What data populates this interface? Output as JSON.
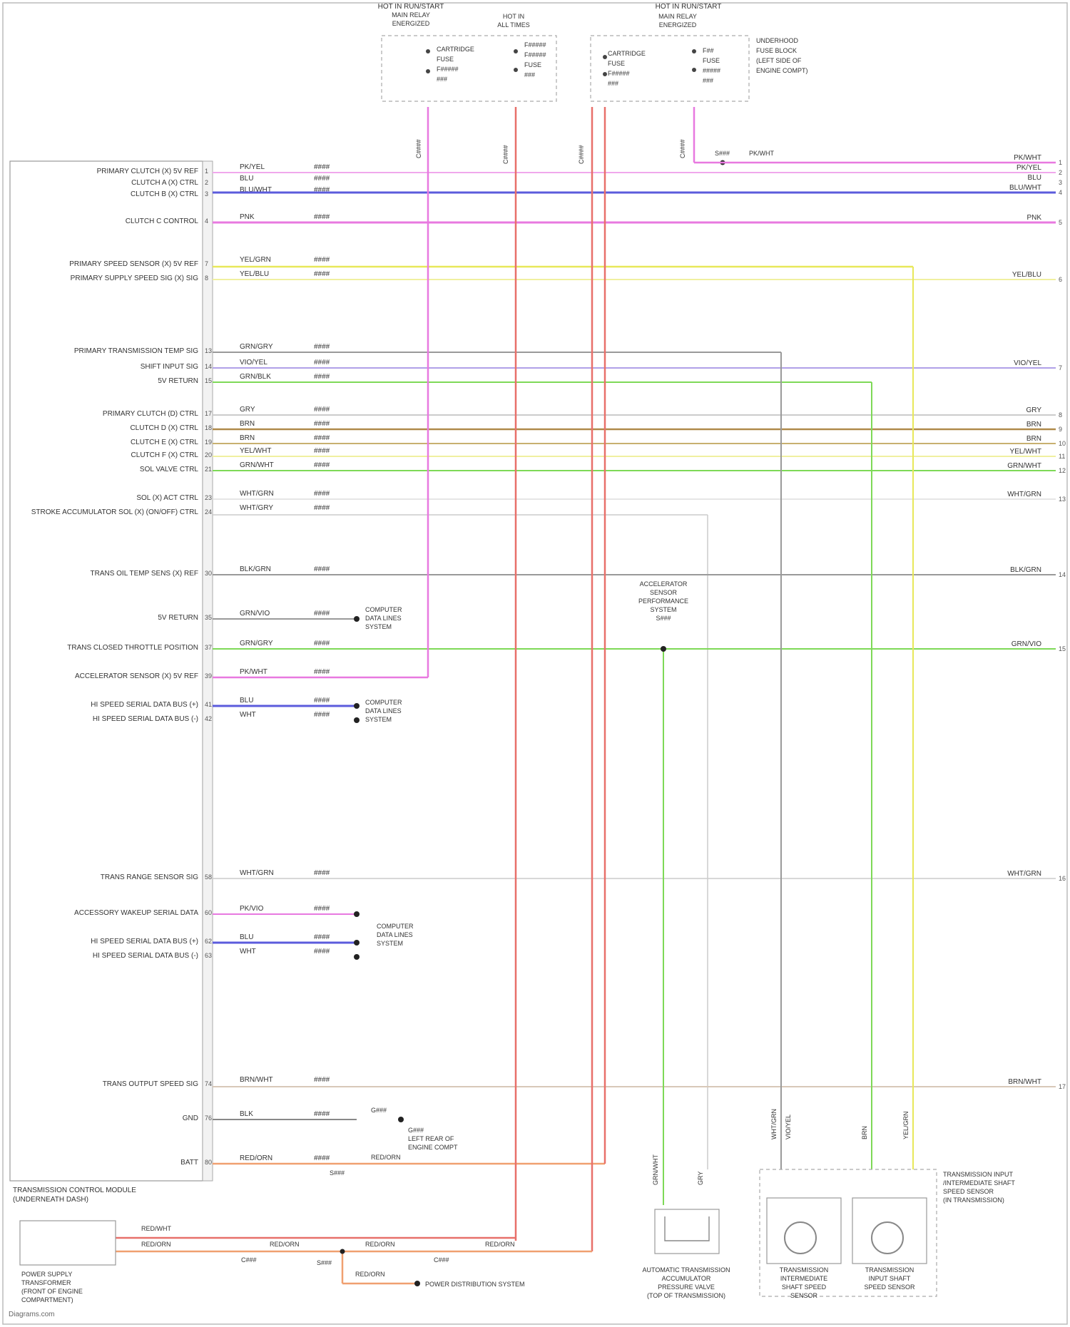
{
  "footer": "Diagrams.com",
  "colors": {
    "pink": "#e879e0",
    "blue": "#5b5bdc",
    "yellow": "#e8e85a",
    "green": "#7ed957",
    "red": "#e8706a",
    "orange": "#f0a070",
    "gray": "#9a9a9a",
    "violet": "#b0a0e8"
  },
  "top": {
    "left_group": {
      "title": "HOT IN RUN/START",
      "sub1": "MAIN RELAY",
      "sub2": "ENERGIZED",
      "fuse1": [
        "CARTRIDGE",
        "FUSE",
        "F#####",
        "###"
      ],
      "sub3": "HOT IN",
      "sub4": "ALL TIMES",
      "fuse2": [
        "F#####",
        "F#####",
        "FUSE",
        "###"
      ]
    },
    "right_group": {
      "title": "HOT IN RUN/START",
      "sub1": "MAIN RELAY",
      "sub2": "ENERGIZED",
      "fuse1": [
        "CARTRIDGE",
        "FUSE",
        "F#####",
        "###"
      ],
      "fuse2": [
        "F##",
        "FUSE",
        "#####",
        "###"
      ],
      "note": [
        "UNDERHOOD",
        "FUSE BLOCK",
        "(LEFT SIDE OF",
        "ENGINE COMPT)"
      ]
    },
    "stubs": [
      "C####",
      "C####",
      "C####",
      "C####"
    ],
    "splice": "S###",
    "splice_wire": "PK/WHT"
  },
  "module": {
    "name": [
      "TRANSMISSION CONTROL MODULE",
      "(UNDERNEATH DASH)"
    ]
  },
  "rows": [
    {
      "pin": "1",
      "fn": "PRIMARY CLUTCH (X) 5V REF",
      "color": "PK/YEL",
      "circuit": "####"
    },
    {
      "pin": "2",
      "fn": "CLUTCH A (X) CTRL",
      "color": "BLU",
      "circuit": "####"
    },
    {
      "pin": "3",
      "fn": "CLUTCH B (X) CTRL",
      "color": "BLU/WHT",
      "circuit": "####"
    },
    {
      "pin": "4",
      "fn": "CLUTCH C CONTROL",
      "color": "PNK",
      "circuit": "####"
    },
    {
      "pin": "7",
      "fn": "PRIMARY SPEED SENSOR (X) 5V REF",
      "color": "YEL/GRN",
      "circuit": "####"
    },
    {
      "pin": "8",
      "fn": "PRIMARY SUPPLY SPEED SIG (X) SIG",
      "color": "YEL/BLU",
      "circuit": "####"
    },
    {
      "pin": "13",
      "fn": "PRIMARY TRANSMISSION TEMP SIG",
      "color": "GRN/GRY",
      "circuit": "####"
    },
    {
      "pin": "14",
      "fn": "SHIFT INPUT SIG",
      "color": "VIO/YEL",
      "circuit": "####"
    },
    {
      "pin": "15",
      "fn": "5V RETURN",
      "color": "GRN/BLK",
      "circuit": "####"
    },
    {
      "pin": "17",
      "fn": "PRIMARY CLUTCH (D) CTRL",
      "color": "GRY",
      "circuit": "####"
    },
    {
      "pin": "18",
      "fn": "CLUTCH D (X) CTRL",
      "color": "BRN",
      "circuit": "####"
    },
    {
      "pin": "19",
      "fn": "CLUTCH E (X) CTRL",
      "color": "BRN",
      "circuit": "####"
    },
    {
      "pin": "20",
      "fn": "CLUTCH F (X) CTRL",
      "color": "YEL/WHT",
      "circuit": "####"
    },
    {
      "pin": "21",
      "fn": "SOL VALVE CTRL",
      "color": "GRN/WHT",
      "circuit": "####"
    },
    {
      "pin": "23",
      "fn": "SOL (X) ACT CTRL",
      "color": "WHT/GRN",
      "circuit": "####"
    },
    {
      "pin": "24",
      "fn": "STROKE ACCUMULATOR SOL (X) (ON/OFF) CTRL",
      "color": "WHT/GRY",
      "circuit": "####"
    },
    {
      "pin": "30",
      "fn": "TRANS OIL TEMP SENS (X) REF",
      "color": "BLK/GRN",
      "circuit": "####"
    },
    {
      "pin": "35",
      "fn": "5V RETURN",
      "color": "GRN/VIO",
      "circuit": "####"
    },
    {
      "pin": "37",
      "fn": "TRANS CLOSED THROTTLE POSITION",
      "color": "GRN/GRY",
      "circuit": "####"
    },
    {
      "pin": "39",
      "fn": "ACCELERATOR SENSOR (X) 5V REF",
      "color": "PK/WHT",
      "circuit": "####"
    },
    {
      "pin": "41",
      "fn": "HI SPEED SERIAL DATA BUS (+)",
      "color": "BLU",
      "circuit": "####"
    },
    {
      "pin": "42",
      "fn": "HI SPEED SERIAL DATA BUS (-)",
      "color": "WHT",
      "circuit": "####"
    },
    {
      "pin": "58",
      "fn": "TRANS RANGE SENSOR SIG",
      "color": "WHT/GRN",
      "circuit": "####"
    },
    {
      "pin": "60",
      "fn": "ACCESSORY WAKEUP SERIAL DATA",
      "color": "PK/VIO",
      "circuit": "####"
    },
    {
      "pin": "62",
      "fn": "HI SPEED SERIAL DATA BUS (+)",
      "color": "BLU",
      "circuit": "####"
    },
    {
      "pin": "63",
      "fn": "HI SPEED SERIAL DATA BUS (-)",
      "color": "WHT",
      "circuit": "####"
    },
    {
      "pin": "74",
      "fn": "TRANS OUTPUT SPEED SIG",
      "color": "BRN/WHT",
      "circuit": "####"
    },
    {
      "pin": "76",
      "fn": "GND",
      "color": "BLK",
      "circuit": "####"
    },
    {
      "pin": "80",
      "fn": "BATT",
      "color": "RED/ORN",
      "circuit": "####"
    }
  ],
  "right_labels": [
    {
      "text": "PK/WHT",
      "pin": "1"
    },
    {
      "text": "PK/YEL",
      "pin": "2"
    },
    {
      "text": "BLU",
      "pin": "3"
    },
    {
      "text": "BLU/WHT",
      "pin": "4"
    },
    {
      "text": "PNK",
      "pin": "5"
    },
    {
      "text": "YEL/BLU",
      "pin": "6"
    },
    {
      "text": "VIO/YEL",
      "pin": "7"
    },
    {
      "text": "GRY",
      "pin": "8"
    },
    {
      "text": "BRN",
      "pin": "9"
    },
    {
      "text": "BRN",
      "pin": "10"
    },
    {
      "text": "YEL/WHT",
      "pin": "11"
    },
    {
      "text": "GRN/WHT",
      "pin": "12"
    },
    {
      "text": "WHT/GRN",
      "pin": "13"
    },
    {
      "text": "BLK/GRN",
      "pin": "14"
    },
    {
      "text": "GRN/VIO",
      "pin": "15"
    },
    {
      "text": "WHT/GRN",
      "pin": "16"
    },
    {
      "text": "BRN/WHT",
      "pin": "17"
    }
  ],
  "side_notes": {
    "serial1": [
      "COMPUTER",
      "DATA LINES",
      "SYSTEM"
    ],
    "serial2": [
      "COMPUTER",
      "DATA LINES",
      "SYSTEM"
    ],
    "serial3": [
      "COMPUTER",
      "DATA LINES",
      "SYSTEM"
    ],
    "ground_ref": [
      "G###",
      "LEFT REAR OF",
      "ENGINE COMPT"
    ],
    "ground": "G###",
    "splice_bottom": "S###",
    "red_wire": "RED/ORN",
    "sensor_ref": [
      "ACCELERATOR",
      "SENSOR",
      "PERFORMANCE",
      "SYSTEM",
      "S###"
    ]
  },
  "bottom": {
    "power_module": [
      "POWER SUPPLY",
      "TRANSFORMER",
      "(FRONT OF ENGINE",
      "COMPARTMENT)"
    ],
    "power_wires": [
      "RED/WHT",
      "RED/ORN"
    ],
    "bus_labels": [
      "RED/ORN",
      "RED/ORN",
      "RED/ORN",
      "RED/ORN"
    ],
    "splices": [
      "C###",
      "S###",
      "C###"
    ],
    "power_dist": "POWER DISTRIBUTION SYSTEM",
    "auto_trans": [
      "AUTOMATIC TRANSMISSION",
      "ACCUMULATOR",
      "PRESSURE VALVE",
      "(TOP OF TRANSMISSION)"
    ],
    "sensor_left": [
      "TRANSMISSION",
      "INTERMEDIATE",
      "SHAFT SPEED",
      "SENSOR"
    ],
    "sensor_right": [
      "TRANSMISSION",
      "INPUT SHAFT",
      "SPEED SENSOR"
    ],
    "sensor_group_note": [
      "TRANSMISSION INPUT",
      "/INTERMEDIATE SHAFT",
      "SPEED SENSOR",
      "(IN TRANSMISSION)"
    ],
    "vertical_stubs": [
      "GRN/WHT",
      "GRY",
      "WHT/GRN",
      "BRN",
      "YEL/GRN",
      "VIO/YEL"
    ]
  }
}
